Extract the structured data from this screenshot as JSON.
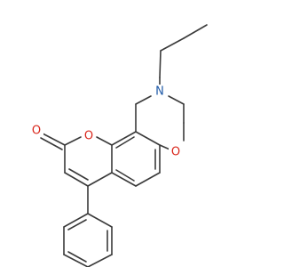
{
  "colors": {
    "bond": "#3a3a3a",
    "background": "#ffffff",
    "nitrogen": "#1f5aa8",
    "oxygen": "#d9271c"
  },
  "molecule": {
    "atom_labels": {
      "n1": "N",
      "o_oxazine": "O",
      "o_ring": "O",
      "o_carbonyl": "O"
    }
  }
}
